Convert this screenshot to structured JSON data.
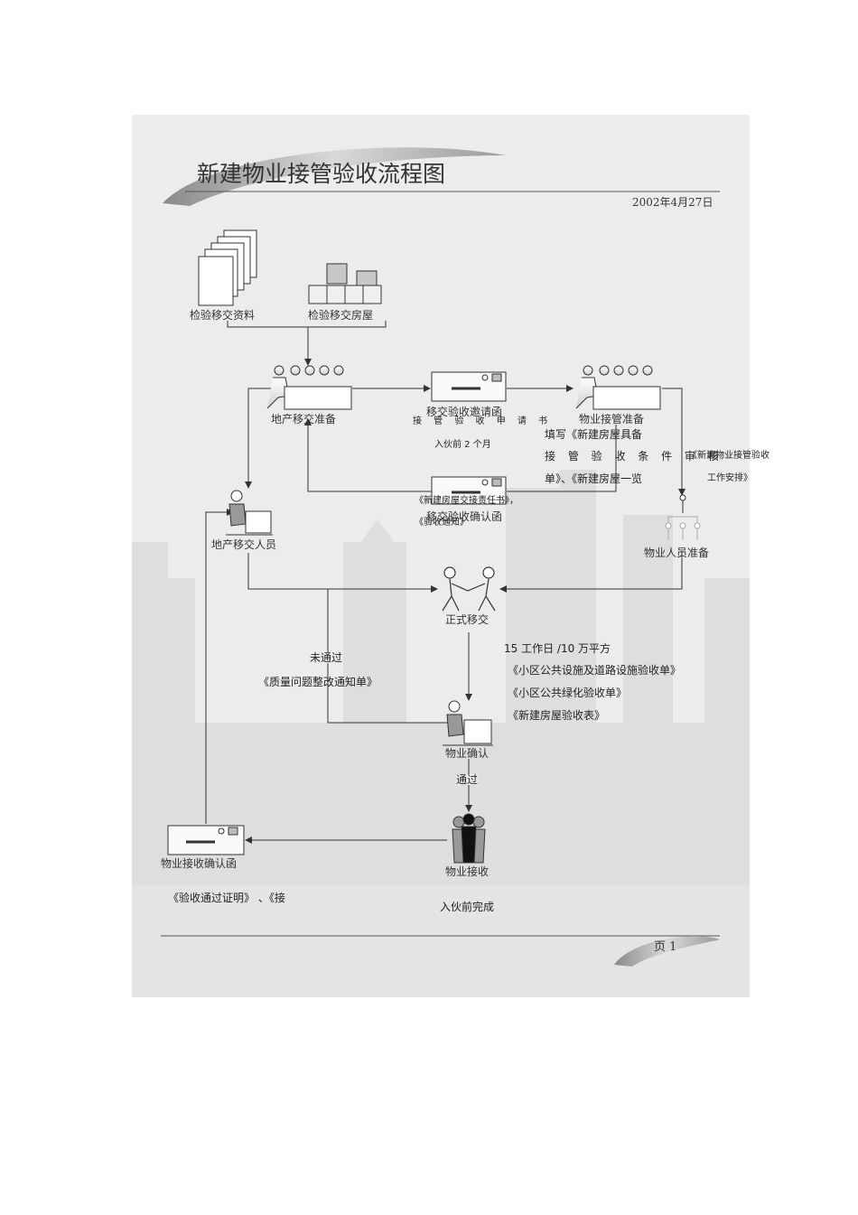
{
  "header": {
    "title": "新建物业接管验收流程图",
    "date": "2002年4月27日"
  },
  "nodes": {
    "docs": "检验移交资料",
    "houses": "检验移交房屋",
    "developer_prep": "地产移交准备",
    "invite_letter": "移交验收邀请函",
    "pm_prep": "物业接管准备",
    "confirm_letter": "移交验收确认函",
    "developer_staff": "地产移交人员",
    "pm_staff_prep": "物业人员准备",
    "formal_handover": "正式移交",
    "pm_confirm": "物业确认",
    "pm_receive": "物业接收",
    "receipt_letter": "物业接收确认函"
  },
  "edge_labels": {
    "fail": "未通过",
    "pass": "通过"
  },
  "notes": {
    "application": "接 管 验 收 申 请 书",
    "two_months": "入伙前 2 个月",
    "fill_line1": "填写《新建房屋具备",
    "fill_line2": "接 管 验 收 条 件 审 核",
    "fill_line3": "单》、《新建房屋一览",
    "schedule_line1": "《新建物业接管验收",
    "schedule_line2": "工作安排》",
    "resp_book": "《新建房屋交接责任书》，",
    "acceptance_notice": "《验收通知》",
    "rectify": "《质量问题整改通知单》",
    "workdays": "15 工作日 /10  万平方",
    "facility_form": "《小区公共设施及道路设施验收单》",
    "green_form": "《小区公共绿化验收单》",
    "house_form": "《新建房屋验收表》",
    "certificate": "《验收通过证明》  、《接",
    "before_move_in": "入伙前完成"
  },
  "footer": {
    "page": "页  1"
  }
}
